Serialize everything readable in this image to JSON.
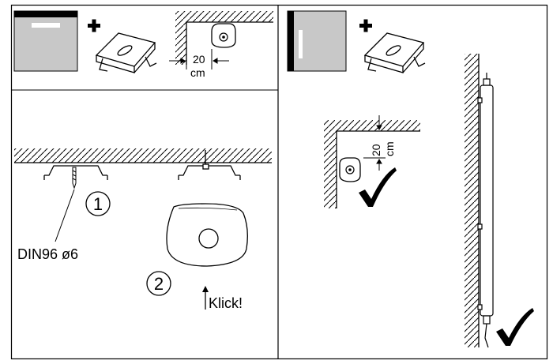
{
  "left_panel": {
    "dim_value": "20",
    "dim_unit": "cm",
    "step1_number": "1",
    "step2_number": "2",
    "screw_spec": "DIN96 ø6",
    "click_label": "Klick!"
  },
  "right_panel": {
    "dim_value": "20",
    "dim_unit": "cm"
  },
  "colors": {
    "line": "#000000",
    "panel_gray": "#c8c8c8",
    "hatch": "#000000"
  },
  "icons": [
    "plus-icon",
    "mounting-bracket-icon",
    "sensor-device-icon",
    "checkmark-icon",
    "led-tube-icon"
  ]
}
